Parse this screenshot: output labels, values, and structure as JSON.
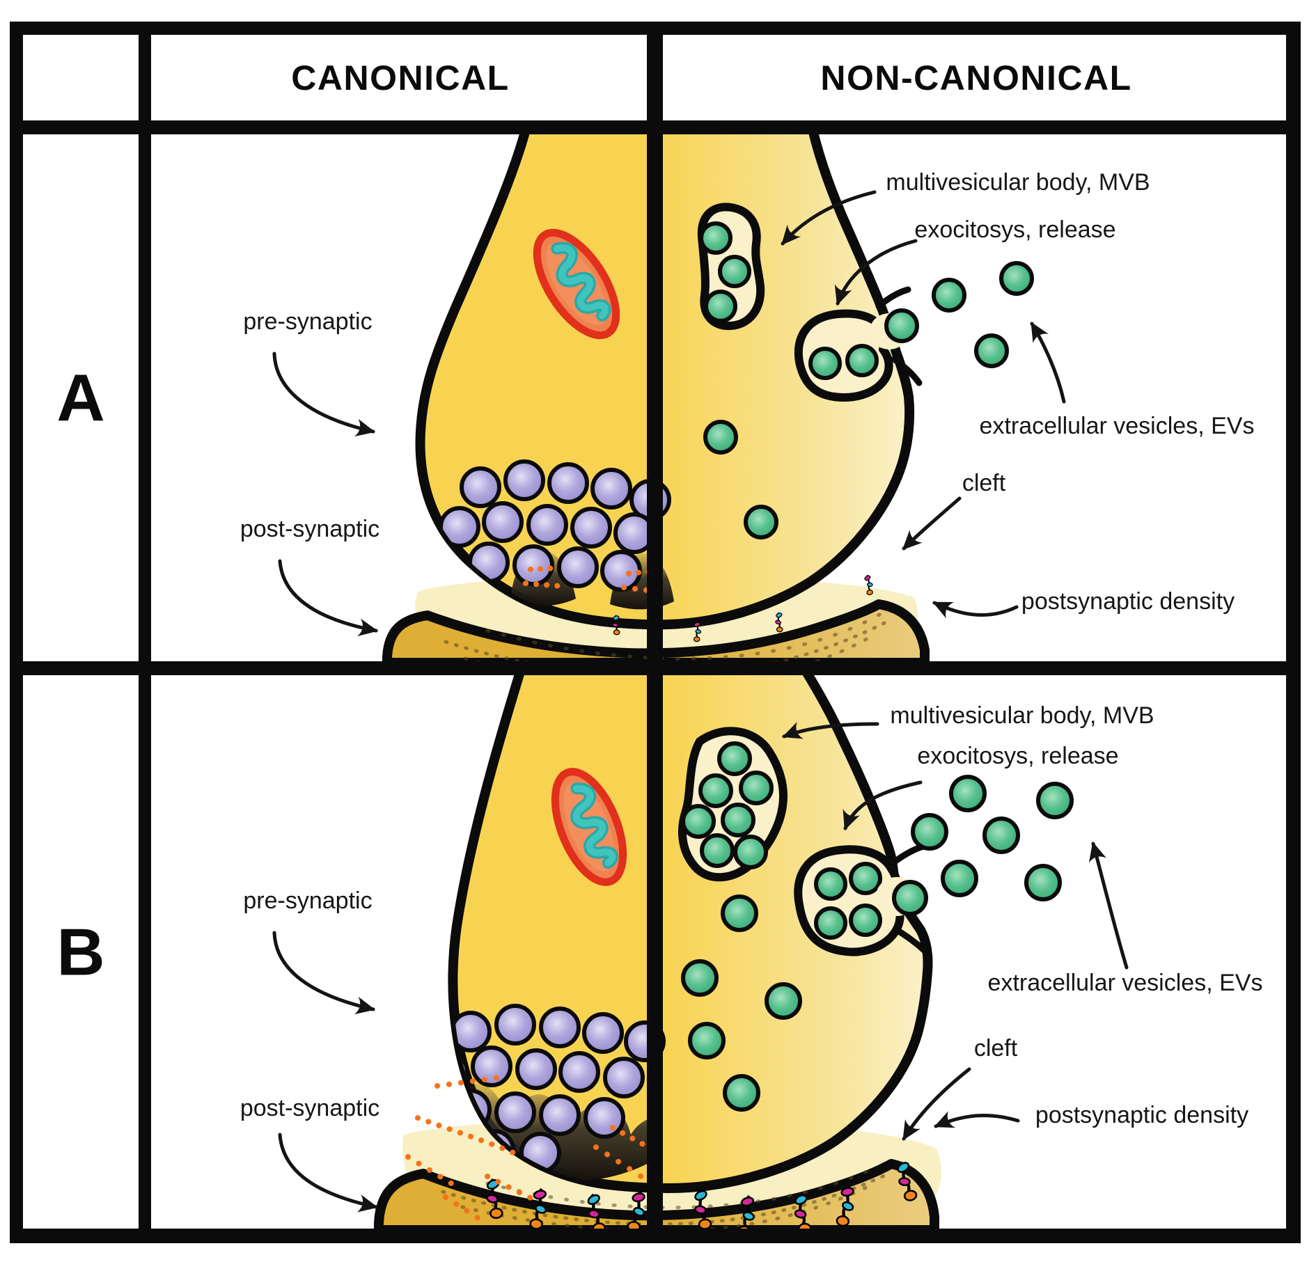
{
  "figure": {
    "type": "synapse-comparison-table",
    "columns": [
      "CANONICAL",
      "NON-CANONICAL"
    ],
    "rows": [
      "A",
      "B"
    ],
    "annotations": {
      "pre_synaptic": "pre-synaptic",
      "post_synaptic": "post-synaptic",
      "multivesicular_body": "multivesicular body, MVB",
      "exocytosis_release": "exocitosys, release",
      "extracellular_vesicles": "extracellular vesicles, EVs",
      "cleft": "cleft",
      "postsynaptic_density": "postsynaptic density"
    },
    "colors": {
      "frame": "#0b0b0b",
      "presynaptic_fill": "#F8D351",
      "presynaptic_fade": "#FBF2CB",
      "postsynaptic_fill": "#DFAE35",
      "postsynaptic_fade": "#E9CC7E",
      "cleft_fill": "#F8EFC2",
      "organelle_lumen": "#FAF0CA",
      "vesicle_green": "#3CB27B",
      "vesicle_purple": "#A79DD8",
      "mitochondrion_outer": "#E1301B",
      "mitochondrion_inner": "#F0824F",
      "mitochondrion_cristae": "#41C4BE",
      "active_zone": "#17130E",
      "cleft_dots": "#F4731C",
      "receptor_cyan": "#29B6D8",
      "receptor_magenta": "#D3289B",
      "receptor_orange": "#F08519"
    }
  }
}
